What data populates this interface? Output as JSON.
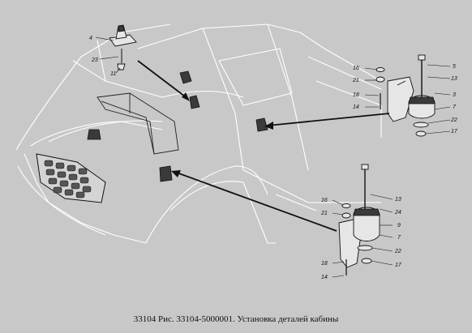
{
  "caption": "33104 Рис. 33104-5000001. Установка деталей кабины",
  "callouts_top_left": [
    "4",
    "23",
    "11"
  ],
  "callouts_upper_right": [
    "16",
    "21",
    "18",
    "14",
    "5",
    "13",
    "3",
    "7",
    "22",
    "17"
  ],
  "callouts_lower_right": [
    "16",
    "21",
    "13",
    "24",
    "9",
    "7",
    "22",
    "18",
    "17",
    "14"
  ]
}
